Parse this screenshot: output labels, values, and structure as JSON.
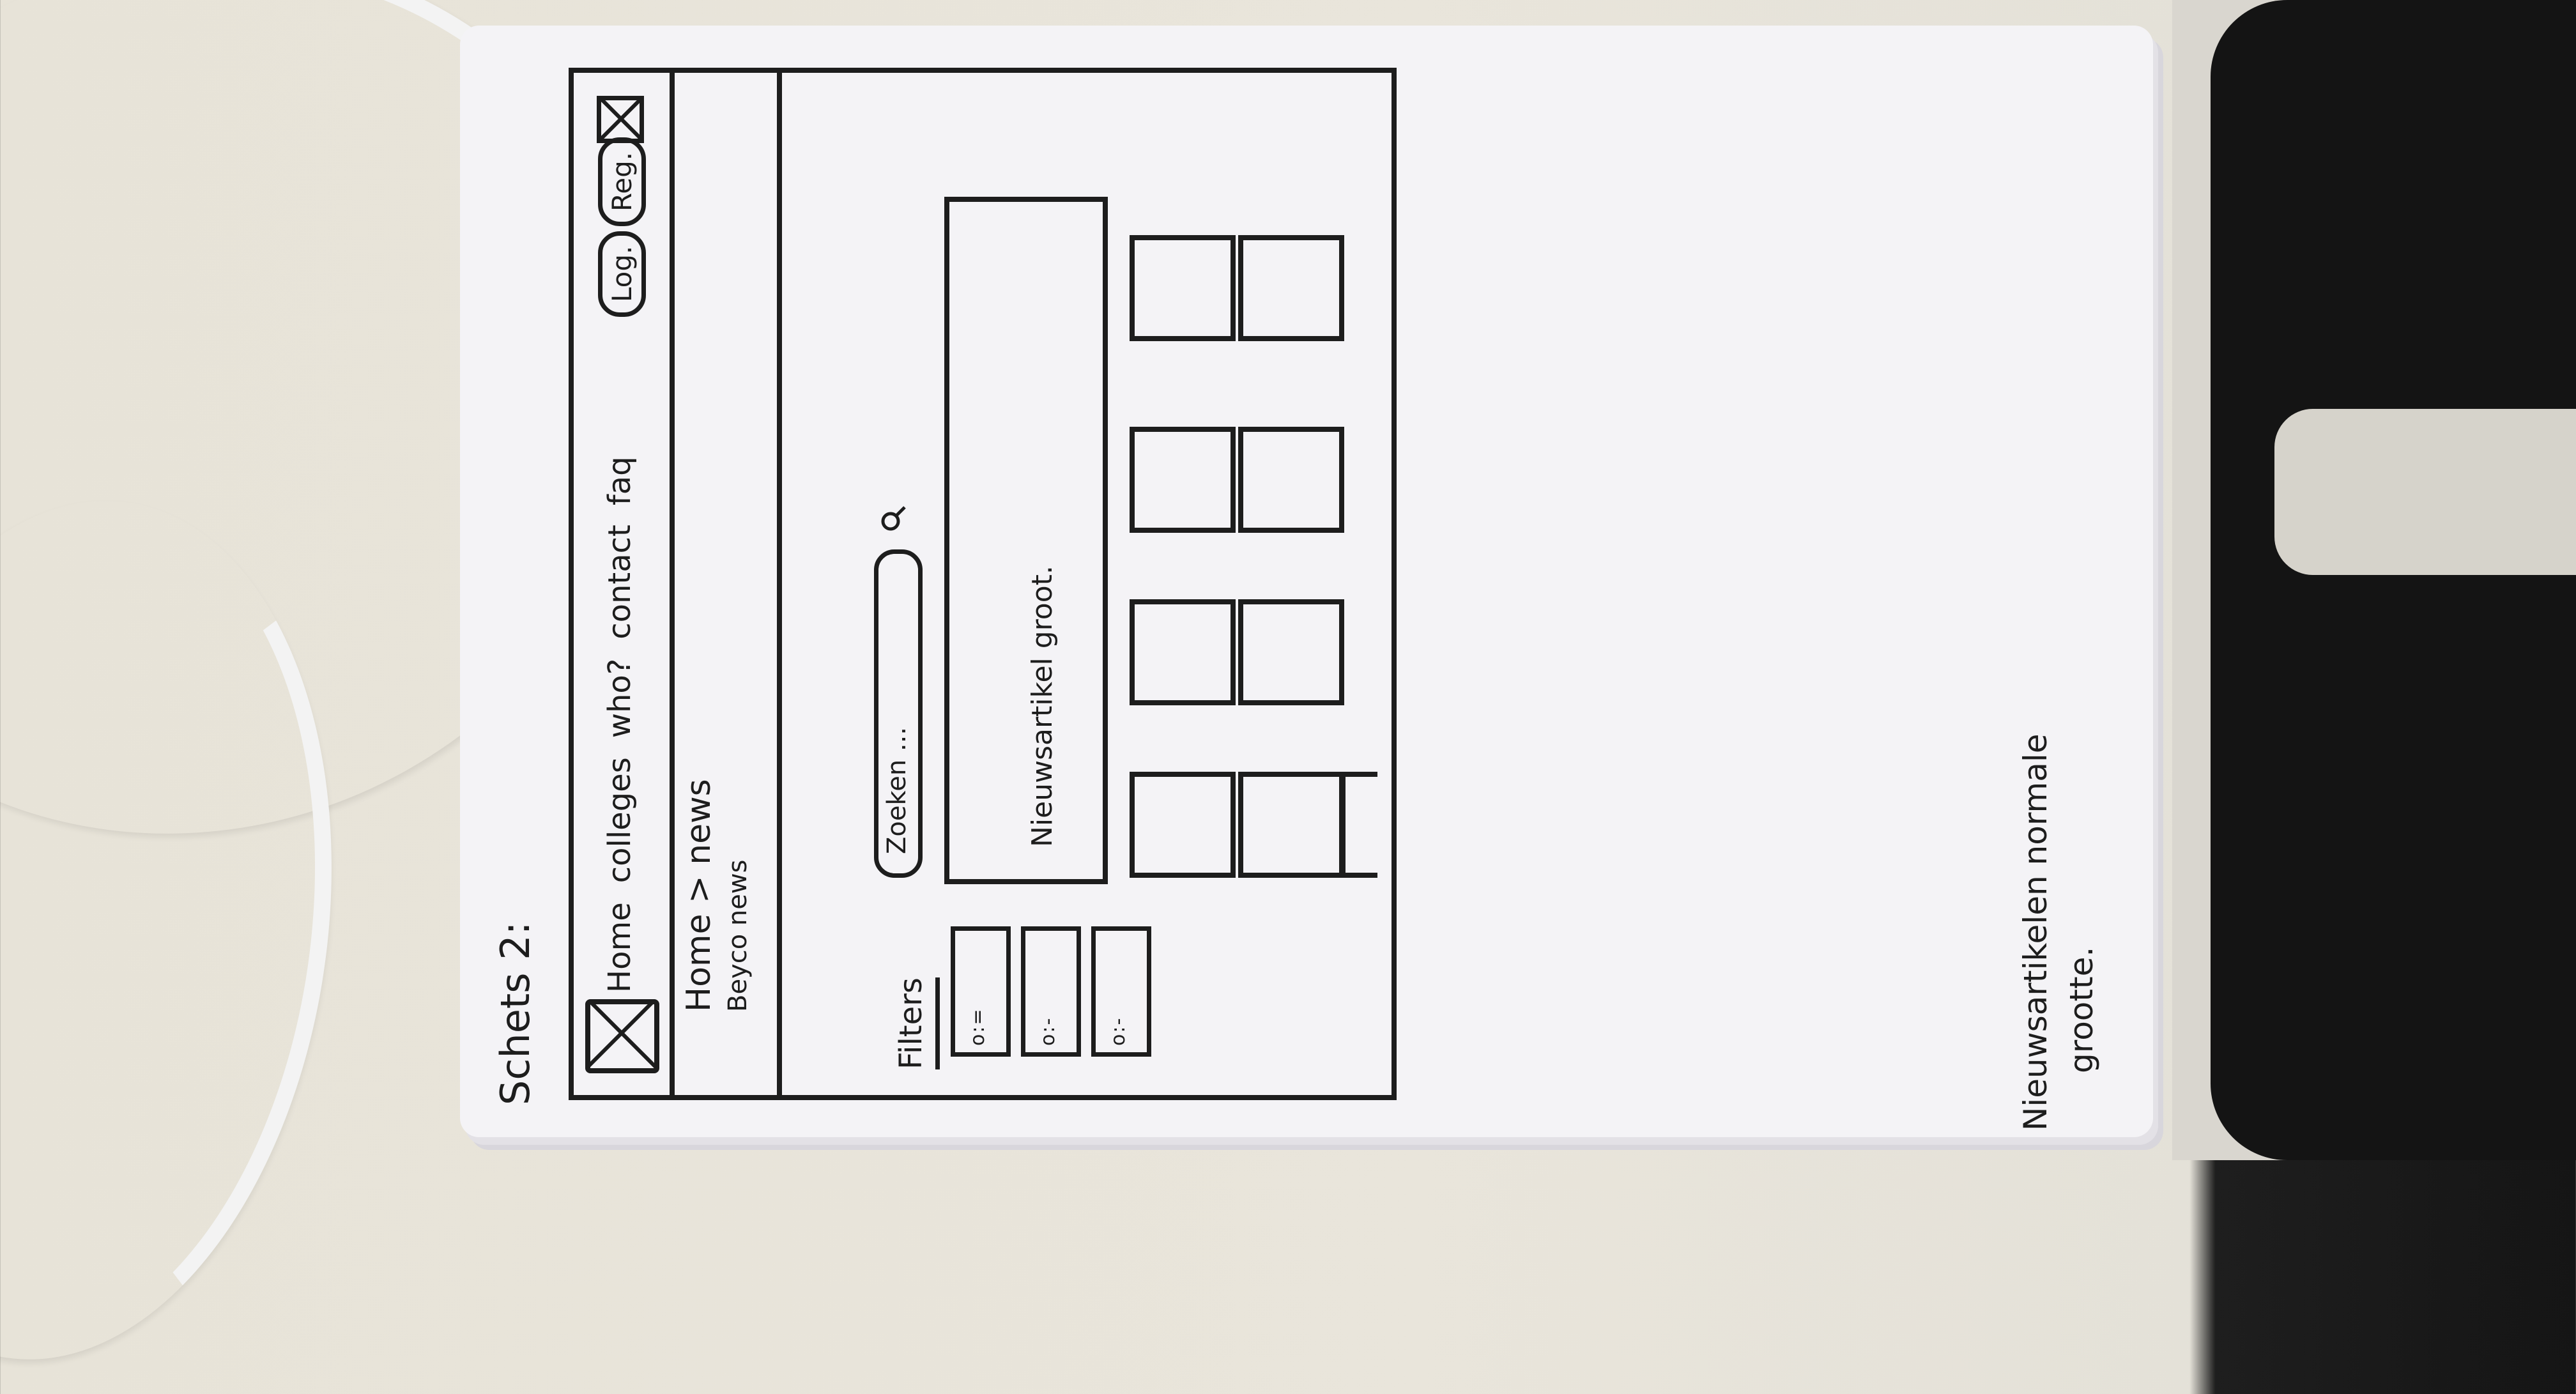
{
  "sketch": {
    "title": "Schets 2:",
    "nav": [
      "Home",
      "colleges",
      "who?",
      "contact",
      "faq"
    ],
    "buttons": {
      "login": "Log.",
      "register": "Reg."
    },
    "breadcrumb": "Home > news",
    "breadcrumb_sub": "Beyco news",
    "filters_label": "Filters",
    "filter_marks": [
      "o:=",
      "o:-",
      "o:-"
    ],
    "search_placeholder": "Zoeken ...",
    "featured_label": "Nieuwsartikel groot.",
    "note_line1": "Nieuwsartikelen normale",
    "note_line2": "grootte."
  },
  "colors": {
    "ink": "#1d1d1d",
    "paper": "#f4f3f6",
    "desk": "#e7e3d8"
  }
}
